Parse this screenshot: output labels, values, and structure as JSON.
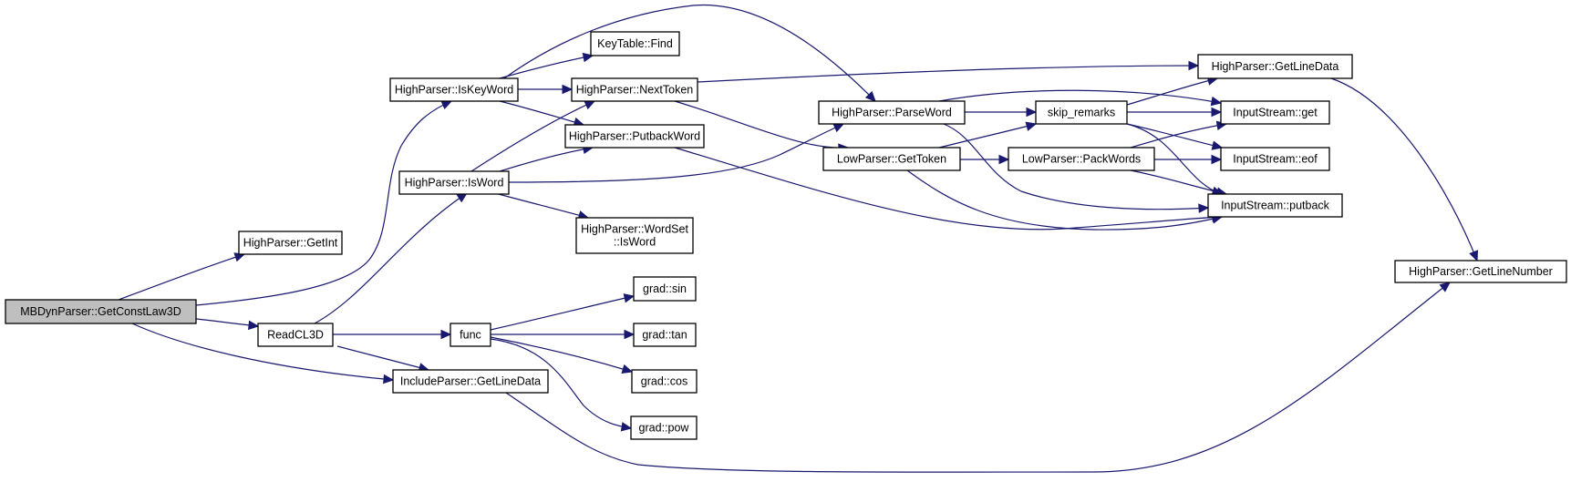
{
  "diagram": {
    "type": "call-graph",
    "title": "",
    "colors": {
      "edge": "#191970",
      "node_border": "#000000",
      "node_fill": "#ffffff",
      "root_fill": "#bfbfbf"
    },
    "nodes": [
      {
        "id": "root",
        "label": [
          "MBDynParser::GetConstLaw3D"
        ],
        "root": true
      },
      {
        "id": "getint",
        "label": [
          "HighParser::GetInt"
        ]
      },
      {
        "id": "iskeyword",
        "label": [
          "HighParser::IsKeyWord"
        ]
      },
      {
        "id": "isword",
        "label": [
          "HighParser::IsWord"
        ]
      },
      {
        "id": "readcl3d",
        "label": [
          "ReadCL3D"
        ]
      },
      {
        "id": "include_getlinedata",
        "label": [
          "IncludeParser::GetLineData"
        ]
      },
      {
        "id": "keytable_find",
        "label": [
          "KeyTable::Find"
        ]
      },
      {
        "id": "nexttoken",
        "label": [
          "HighParser::NextToken"
        ]
      },
      {
        "id": "putbackword",
        "label": [
          "HighParser::PutbackWord"
        ]
      },
      {
        "id": "wordset_isword",
        "label": [
          "HighParser::WordSet",
          "::IsWord"
        ]
      },
      {
        "id": "func",
        "label": [
          "func"
        ]
      },
      {
        "id": "grad_sin",
        "label": [
          "grad::sin"
        ]
      },
      {
        "id": "grad_tan",
        "label": [
          "grad::tan"
        ]
      },
      {
        "id": "grad_cos",
        "label": [
          "grad::cos"
        ]
      },
      {
        "id": "grad_pow",
        "label": [
          "grad::pow"
        ]
      },
      {
        "id": "parseword",
        "label": [
          "HighParser::ParseWord"
        ]
      },
      {
        "id": "gettoken",
        "label": [
          "LowParser::GetToken"
        ]
      },
      {
        "id": "skip_remarks",
        "label": [
          "skip_remarks"
        ]
      },
      {
        "id": "packwords",
        "label": [
          "LowParser::PackWords"
        ]
      },
      {
        "id": "high_getlinedata",
        "label": [
          "HighParser::GetLineData"
        ]
      },
      {
        "id": "is_get",
        "label": [
          "InputStream::get"
        ]
      },
      {
        "id": "is_eof",
        "label": [
          "InputStream::eof"
        ]
      },
      {
        "id": "is_putback",
        "label": [
          "InputStream::putback"
        ]
      },
      {
        "id": "getlinenumber",
        "label": [
          "HighParser::GetLineNumber"
        ]
      }
    ],
    "edges": [
      {
        "from": "root",
        "to": "getint"
      },
      {
        "from": "root",
        "to": "iskeyword"
      },
      {
        "from": "root",
        "to": "readcl3d"
      },
      {
        "from": "root",
        "to": "include_getlinedata"
      },
      {
        "from": "iskeyword",
        "to": "keytable_find"
      },
      {
        "from": "iskeyword",
        "to": "nexttoken"
      },
      {
        "from": "iskeyword",
        "to": "putbackword"
      },
      {
        "from": "iskeyword",
        "to": "parseword"
      },
      {
        "from": "readcl3d",
        "to": "isword"
      },
      {
        "from": "readcl3d",
        "to": "func"
      },
      {
        "from": "readcl3d",
        "to": "include_getlinedata"
      },
      {
        "from": "isword",
        "to": "nexttoken"
      },
      {
        "from": "isword",
        "to": "putbackword"
      },
      {
        "from": "isword",
        "to": "parseword"
      },
      {
        "from": "isword",
        "to": "wordset_isword"
      },
      {
        "from": "nexttoken",
        "to": "high_getlinedata"
      },
      {
        "from": "nexttoken",
        "to": "gettoken"
      },
      {
        "from": "putbackword",
        "to": "is_putback"
      },
      {
        "from": "func",
        "to": "grad_sin"
      },
      {
        "from": "func",
        "to": "grad_tan"
      },
      {
        "from": "func",
        "to": "grad_cos"
      },
      {
        "from": "func",
        "to": "grad_pow"
      },
      {
        "from": "include_getlinedata",
        "to": "getlinenumber"
      },
      {
        "from": "parseword",
        "to": "skip_remarks"
      },
      {
        "from": "parseword",
        "to": "is_get"
      },
      {
        "from": "parseword",
        "to": "is_putback"
      },
      {
        "from": "gettoken",
        "to": "skip_remarks"
      },
      {
        "from": "gettoken",
        "to": "packwords"
      },
      {
        "from": "gettoken",
        "to": "is_putback"
      },
      {
        "from": "skip_remarks",
        "to": "high_getlinedata"
      },
      {
        "from": "skip_remarks",
        "to": "is_get"
      },
      {
        "from": "skip_remarks",
        "to": "is_eof"
      },
      {
        "from": "skip_remarks",
        "to": "is_putback"
      },
      {
        "from": "packwords",
        "to": "is_get"
      },
      {
        "from": "packwords",
        "to": "is_eof"
      },
      {
        "from": "packwords",
        "to": "is_putback"
      },
      {
        "from": "high_getlinedata",
        "to": "getlinenumber"
      }
    ]
  }
}
